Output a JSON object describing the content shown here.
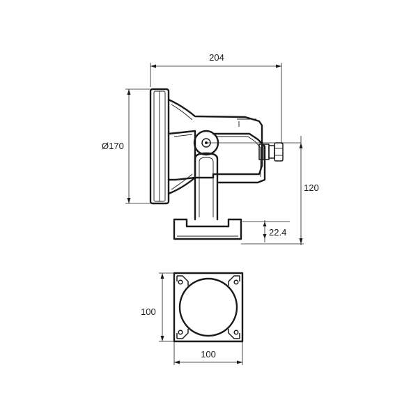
{
  "drawing": {
    "side_view": {
      "overall_length": "204",
      "head_diameter": "Ø170",
      "overall_height": "120",
      "base_height": "22.4"
    },
    "top_view": {
      "base_height_dim": "100",
      "base_width_dim": "100"
    }
  },
  "colors": {
    "line": "#1a1a1a",
    "hatch": "#9a9a9a",
    "background": "#ffffff"
  }
}
